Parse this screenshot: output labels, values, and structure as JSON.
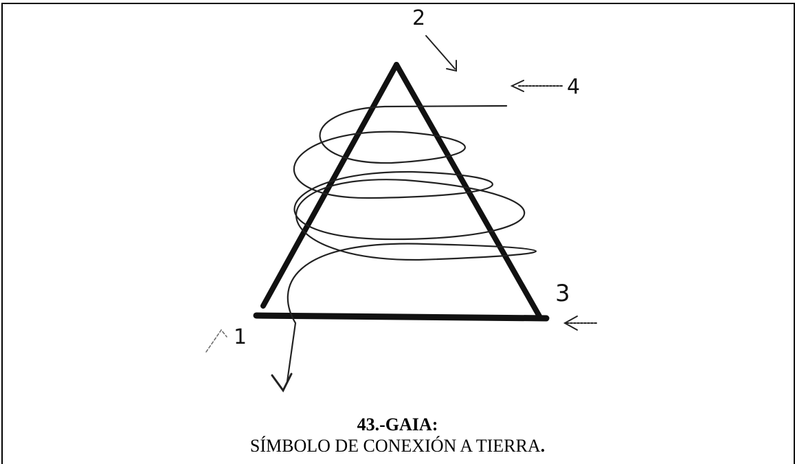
{
  "figure": {
    "labels": {
      "one": "1",
      "two": "2",
      "three": "3",
      "four": "4"
    },
    "caption": {
      "title": "43.-GAIA:",
      "subtitle": "SÍMBOLO DE CONEXIÓN A TIERRA",
      "subtitle_end": "."
    }
  }
}
